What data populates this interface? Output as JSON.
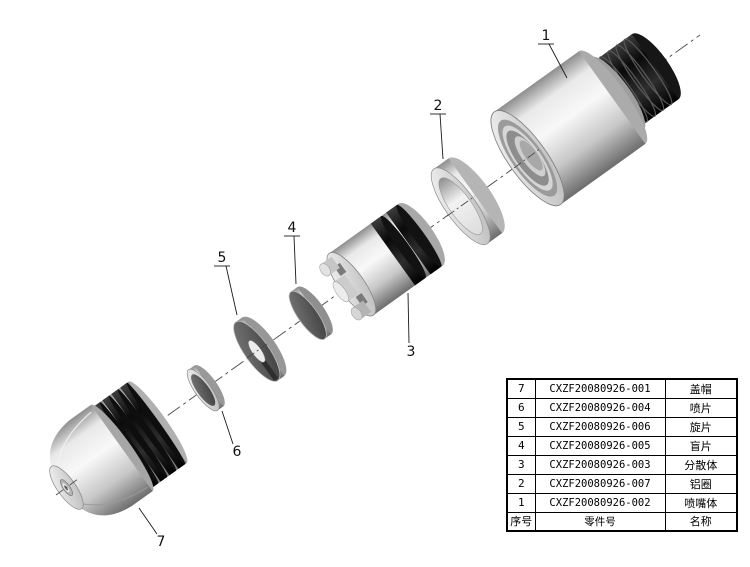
{
  "drawing": {
    "background_color": "#ffffff",
    "line_color": "#1a1a1a",
    "callouts": [
      {
        "label": "1"
      },
      {
        "label": "2"
      },
      {
        "label": "3"
      },
      {
        "label": "4"
      },
      {
        "label": "5"
      },
      {
        "label": "6"
      },
      {
        "label": "7"
      }
    ]
  },
  "parts_table": {
    "header": {
      "serial": "序号",
      "part_number": "零件号",
      "name": "名称"
    },
    "rows": [
      {
        "serial": "7",
        "part_number": "CXZF20080926-001",
        "name": "盖帽"
      },
      {
        "serial": "6",
        "part_number": "CXZF20080926-004",
        "name": "喷片"
      },
      {
        "serial": "5",
        "part_number": "CXZF20080926-006",
        "name": "旋片"
      },
      {
        "serial": "4",
        "part_number": "CXZF20080926-005",
        "name": "盲片"
      },
      {
        "serial": "3",
        "part_number": "CXZF20080926-003",
        "name": "分散体"
      },
      {
        "serial": "2",
        "part_number": "CXZF20080926-007",
        "name": "铝圈"
      },
      {
        "serial": "1",
        "part_number": "CXZF20080926-002",
        "name": "喷嘴体"
      }
    ]
  }
}
